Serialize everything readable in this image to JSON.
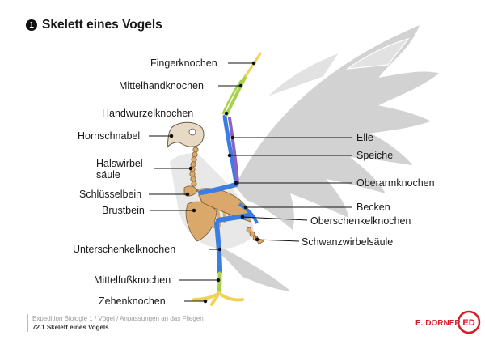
{
  "title": {
    "number": "1",
    "text": "Skelett eines Vogels"
  },
  "labels": {
    "fingerknochen": "Fingerknochen",
    "mittelhandknochen": "Mittelhandknochen",
    "handwurzelknochen": "Handwurzelknochen",
    "hornschnabel": "Hornschnabel",
    "halswirbelsaeule_1": "Halswirbel-",
    "halswirbelsaeule_2": "säule",
    "schluesselbein": "Schlüsselbein",
    "brustbein": "Brustbein",
    "unterschenkelknochen": "Unterschenkelknochen",
    "mittelfussknochen": "Mittelfußknochen",
    "zehenknochen": "Zehenknochen",
    "elle": "Elle",
    "speiche": "Speiche",
    "oberarmknochen": "Oberarmknochen",
    "becken": "Becken",
    "oberschenkelknochen": "Oberschenkelknochen",
    "schwanzwirbelsaeule": "Schwanzwirbelsäule"
  },
  "footer": {
    "line1": "Expedition Biologie 1 / Vögel / Anpassungen an das Fliegen",
    "line2_num": "72.1",
    "line2_text": "Skelett eines Vogels"
  },
  "brand": {
    "name": "E. DORNER",
    "logo": "ED"
  },
  "colors": {
    "bone_blue": "#3b7de0",
    "bone_green": "#a6d24a",
    "bone_yellow": "#f2d256",
    "bone_purple": "#8a63c9",
    "bone_beige": "#d9a86a",
    "silhouette": "#cfcfcf",
    "brand_red": "#d0202a"
  }
}
